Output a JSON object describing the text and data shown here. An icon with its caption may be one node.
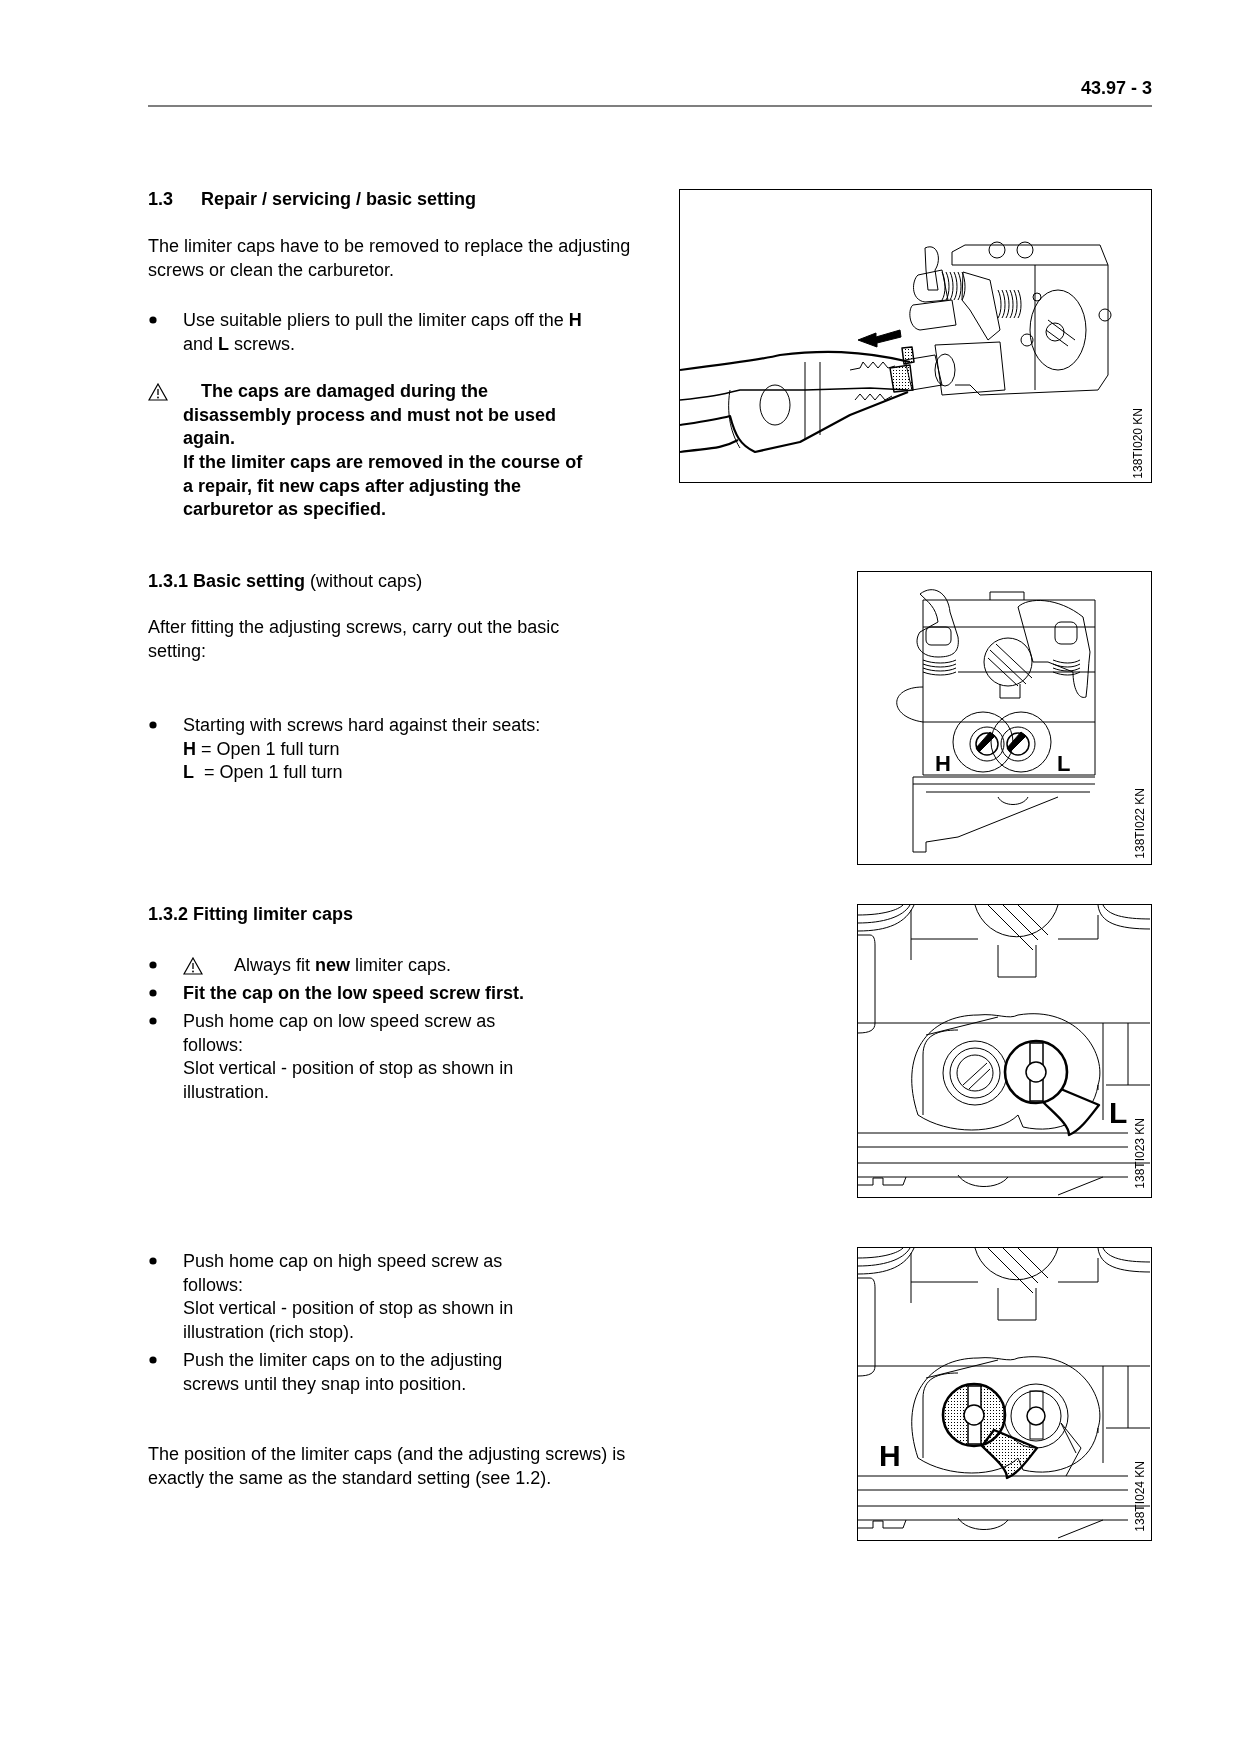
{
  "diagram": {
    "nodes": [
      {
        "text": [
          "138TI020 KN"
        ]
      },
      {
        "text": [
          "H",
          "L",
          "138TI022 KN"
        ]
      },
      {
        "text": [
          "L",
          "138TI023 KN"
        ]
      },
      {
        "text": [
          "H",
          "138TI024 KN"
        ]
      }
    ],
    "edges": [],
    "labels": [
      "43.97 - 3",
      "1.3",
      "Repair / servicing / basic setting",
      "The limiter caps have to be removed to replace the adjusting screws or clean the carburetor.",
      "Use suitable pliers to pull the limiter caps off the **H** and **L** screws.",
      "The caps are damaged during the disassembly process and must not be used again.",
      "If the limiter caps are removed in the course of a repair, fit new caps after adjusting the carburetor as specified.",
      "**1.3.1 Basic setting** (without caps)",
      "After fitting the adjusting screws, carry out the basic setting:",
      "Starting with screws hard against their seats:",
      "**H** = Open 1 full turn",
      "**L**  = Open 1 full turn",
      "1.3.2 Fitting limiter caps",
      "Always fit **new** limiter caps.",
      "Fit the cap on the low speed screw first.",
      "Push home cap on low speed screw as follows:",
      "Slot vertical - position of stop as shown in illustration.",
      "Push home cap on high speed screw as follows:",
      "Slot vertical - position of stop as shown in illustration (rich stop).",
      "Push the limiter caps on to the adjusting screws until they snap into position.",
      "The position of the limiter caps (and the adjusting screws) is exactly the same as the standard setting (see 1.2)."
    ]
  }
}
